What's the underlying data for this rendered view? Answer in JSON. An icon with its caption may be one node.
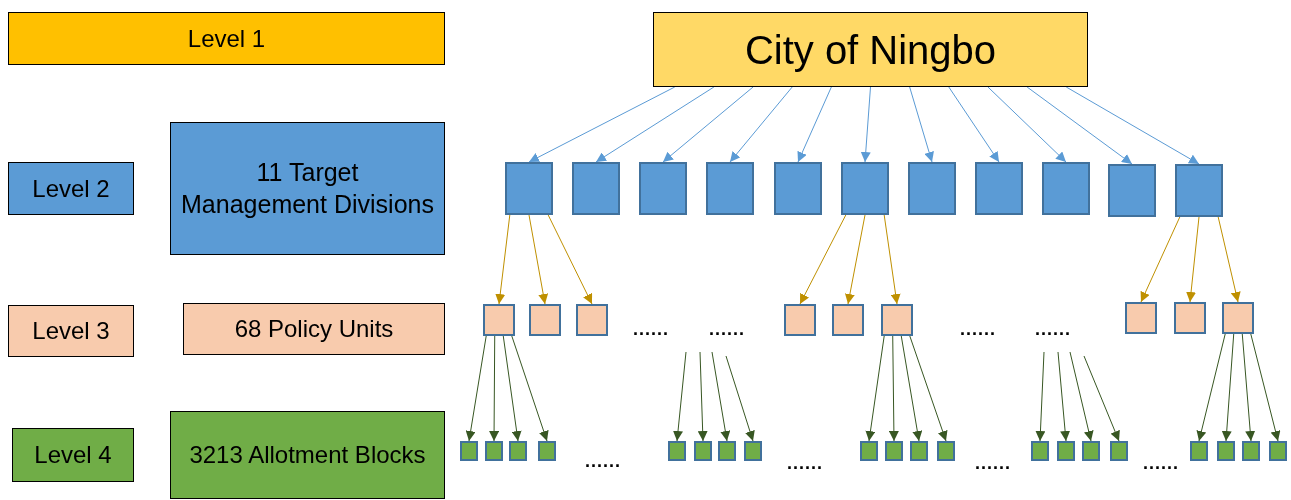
{
  "diagram": {
    "nodes": [
      {
        "text": [
          "Level 1"
        ]
      },
      {
        "text": [
          "City of Ningbo"
        ]
      },
      {
        "text": [
          "Level 2"
        ]
      },
      {
        "text": [
          "11 Target Management Divisions"
        ]
      },
      {
        "text": [],
        "shape": "box"
      },
      {
        "text": [],
        "shape": "box"
      },
      {
        "text": [],
        "shape": "box"
      },
      {
        "text": [],
        "shape": "box"
      },
      {
        "text": [],
        "shape": "box"
      },
      {
        "text": [],
        "shape": "box"
      },
      {
        "text": [],
        "shape": "box"
      },
      {
        "text": [],
        "shape": "box"
      },
      {
        "text": [],
        "shape": "box"
      },
      {
        "text": [],
        "shape": "box"
      },
      {
        "text": [],
        "shape": "box"
      },
      {
        "text": [
          "Level 3"
        ]
      },
      {
        "text": [
          "68 Policy Units"
        ]
      },
      {
        "text": [],
        "shape": "box"
      },
      {
        "text": [],
        "shape": "box"
      },
      {
        "text": [],
        "shape": "box"
      },
      {
        "text": [],
        "shape": "box"
      },
      {
        "text": [],
        "shape": "box"
      },
      {
        "text": [],
        "shape": "box"
      },
      {
        "text": [],
        "shape": "box"
      },
      {
        "text": [],
        "shape": "box"
      },
      {
        "text": [],
        "shape": "box"
      },
      {
        "text": [
          "Level 4"
        ]
      },
      {
        "text": [
          "3213 Allotment Blocks"
        ]
      },
      {
        "text": [],
        "shape": "box"
      },
      {
        "text": [],
        "shape": "box"
      },
      {
        "text": [],
        "shape": "box"
      },
      {
        "text": [],
        "shape": "box"
      },
      {
        "text": [],
        "shape": "box"
      },
      {
        "text": [],
        "shape": "box"
      },
      {
        "text": [],
        "shape": "box"
      },
      {
        "text": [],
        "shape": "box"
      },
      {
        "text": [],
        "shape": "box"
      },
      {
        "text": [],
        "shape": "box"
      },
      {
        "text": [],
        "shape": "box"
      },
      {
        "text": [],
        "shape": "box"
      },
      {
        "text": [],
        "shape": "box"
      },
      {
        "text": [],
        "shape": "box"
      },
      {
        "text": [],
        "shape": "box"
      },
      {
        "text": [],
        "shape": "box"
      },
      {
        "text": [],
        "shape": "box"
      },
      {
        "text": [],
        "shape": "box"
      },
      {
        "text": [],
        "shape": "box"
      },
      {
        "text": [],
        "shape": "box"
      }
    ],
    "edges": [
      {
        "from": 1,
        "to": 4,
        "arrow": "to",
        "color": "#5b9bd5"
      },
      {
        "from": 1,
        "to": 5,
        "arrow": "to",
        "color": "#5b9bd5"
      },
      {
        "from": 1,
        "to": 6,
        "arrow": "to",
        "color": "#5b9bd5"
      },
      {
        "from": 1,
        "to": 7,
        "arrow": "to",
        "color": "#5b9bd5"
      },
      {
        "from": 1,
        "to": 8,
        "arrow": "to",
        "color": "#5b9bd5"
      },
      {
        "from": 1,
        "to": 9,
        "arrow": "to",
        "color": "#5b9bd5"
      },
      {
        "from": 1,
        "to": 10,
        "arrow": "to",
        "color": "#5b9bd5"
      },
      {
        "from": 1,
        "to": 11,
        "arrow": "to",
        "color": "#5b9bd5"
      },
      {
        "from": 1,
        "to": 12,
        "arrow": "to",
        "color": "#5b9bd5"
      },
      {
        "from": 1,
        "to": 13,
        "arrow": "to",
        "color": "#5b9bd5"
      },
      {
        "from": 1,
        "to": 14,
        "arrow": "to",
        "color": "#5b9bd5"
      },
      {
        "from": 4,
        "to": 17,
        "arrow": "to",
        "color": "#bf9000"
      },
      {
        "from": 4,
        "to": 18,
        "arrow": "to",
        "color": "#bf9000"
      },
      {
        "from": 4,
        "to": 19,
        "arrow": "to",
        "color": "#bf9000"
      },
      {
        "from": 9,
        "to": 20,
        "arrow": "to",
        "color": "#bf9000"
      },
      {
        "from": 9,
        "to": 21,
        "arrow": "to",
        "color": "#bf9000"
      },
      {
        "from": 9,
        "to": 22,
        "arrow": "to",
        "color": "#bf9000"
      },
      {
        "from": 14,
        "to": 23,
        "arrow": "to",
        "color": "#bf9000"
      },
      {
        "from": 14,
        "to": 24,
        "arrow": "to",
        "color": "#bf9000"
      },
      {
        "from": 14,
        "to": 25,
        "arrow": "to",
        "color": "#bf9000"
      },
      {
        "from": 17,
        "to": 28,
        "arrow": "to"
      },
      {
        "from": 17,
        "to": 29,
        "arrow": "to"
      },
      {
        "from": 17,
        "to": 30,
        "arrow": "to"
      },
      {
        "from": 17,
        "to": 31,
        "arrow": "to"
      },
      {
        "from": null,
        "to": 32,
        "arrow": "to"
      },
      {
        "from": null,
        "to": 33,
        "arrow": "to"
      },
      {
        "from": null,
        "to": 34,
        "arrow": "to"
      },
      {
        "from": null,
        "to": 35,
        "arrow": "to"
      },
      {
        "from": 22,
        "to": 36,
        "arrow": "to"
      },
      {
        "from": 22,
        "to": 37,
        "arrow": "to"
      },
      {
        "from": 22,
        "to": 38,
        "arrow": "to"
      },
      {
        "from": 22,
        "to": 39,
        "arrow": "to"
      },
      {
        "from": null,
        "to": 40,
        "arrow": "to"
      },
      {
        "from": null,
        "to": 41,
        "arrow": "to"
      },
      {
        "from": null,
        "to": 42,
        "arrow": "to"
      },
      {
        "from": null,
        "to": 43,
        "arrow": "to"
      },
      {
        "from": 25,
        "to": 44,
        "arrow": "to"
      },
      {
        "from": 25,
        "to": 45,
        "arrow": "to"
      },
      {
        "from": 25,
        "to": 46,
        "arrow": "to"
      },
      {
        "from": 25,
        "to": 47,
        "arrow": "to"
      }
    ],
    "labels": [
      "......",
      "......",
      "......",
      "......",
      "......",
      "......",
      "......",
      "......"
    ]
  }
}
